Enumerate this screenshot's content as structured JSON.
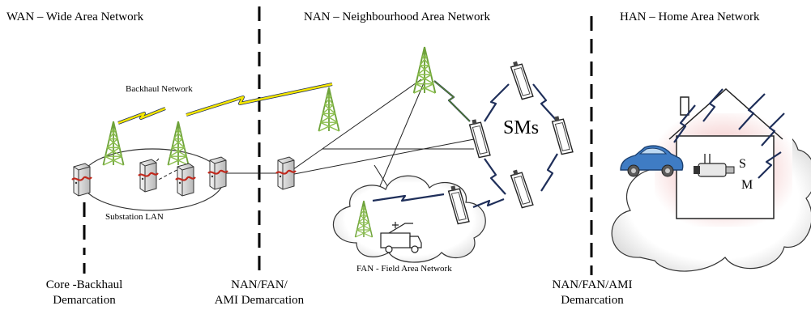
{
  "zones": {
    "wan": "WAN – Wide Area Network",
    "nan": "NAN – Neighbourhood Area Network",
    "han": "HAN – Home Area Network"
  },
  "labels": {
    "backhaul": "Backhaul Network",
    "substation_lan": "Substation LAN",
    "fan": "FAN - Field Area Network",
    "sms": "SMs",
    "sm_s": "S",
    "sm_m": "M"
  },
  "demarcations": {
    "core_line1": "Core -Backhaul",
    "core_line2": "Demarcation",
    "nan_line1": "NAN/FAN/",
    "nan_line2": "AMI Demarcation",
    "ami_line1": "NAN/FAN/AMI",
    "ami_line2": "Demarcation"
  },
  "colors": {
    "tower": "#8cbf4f",
    "tower_dark": "#5a8a2a",
    "lightning_yellow": "#f5e600",
    "lightning_dark": "#1f2f5a",
    "cloud_glow": "#e9e9e9",
    "house_glow": "#e8a8a8",
    "car": "#3f7cc4"
  }
}
